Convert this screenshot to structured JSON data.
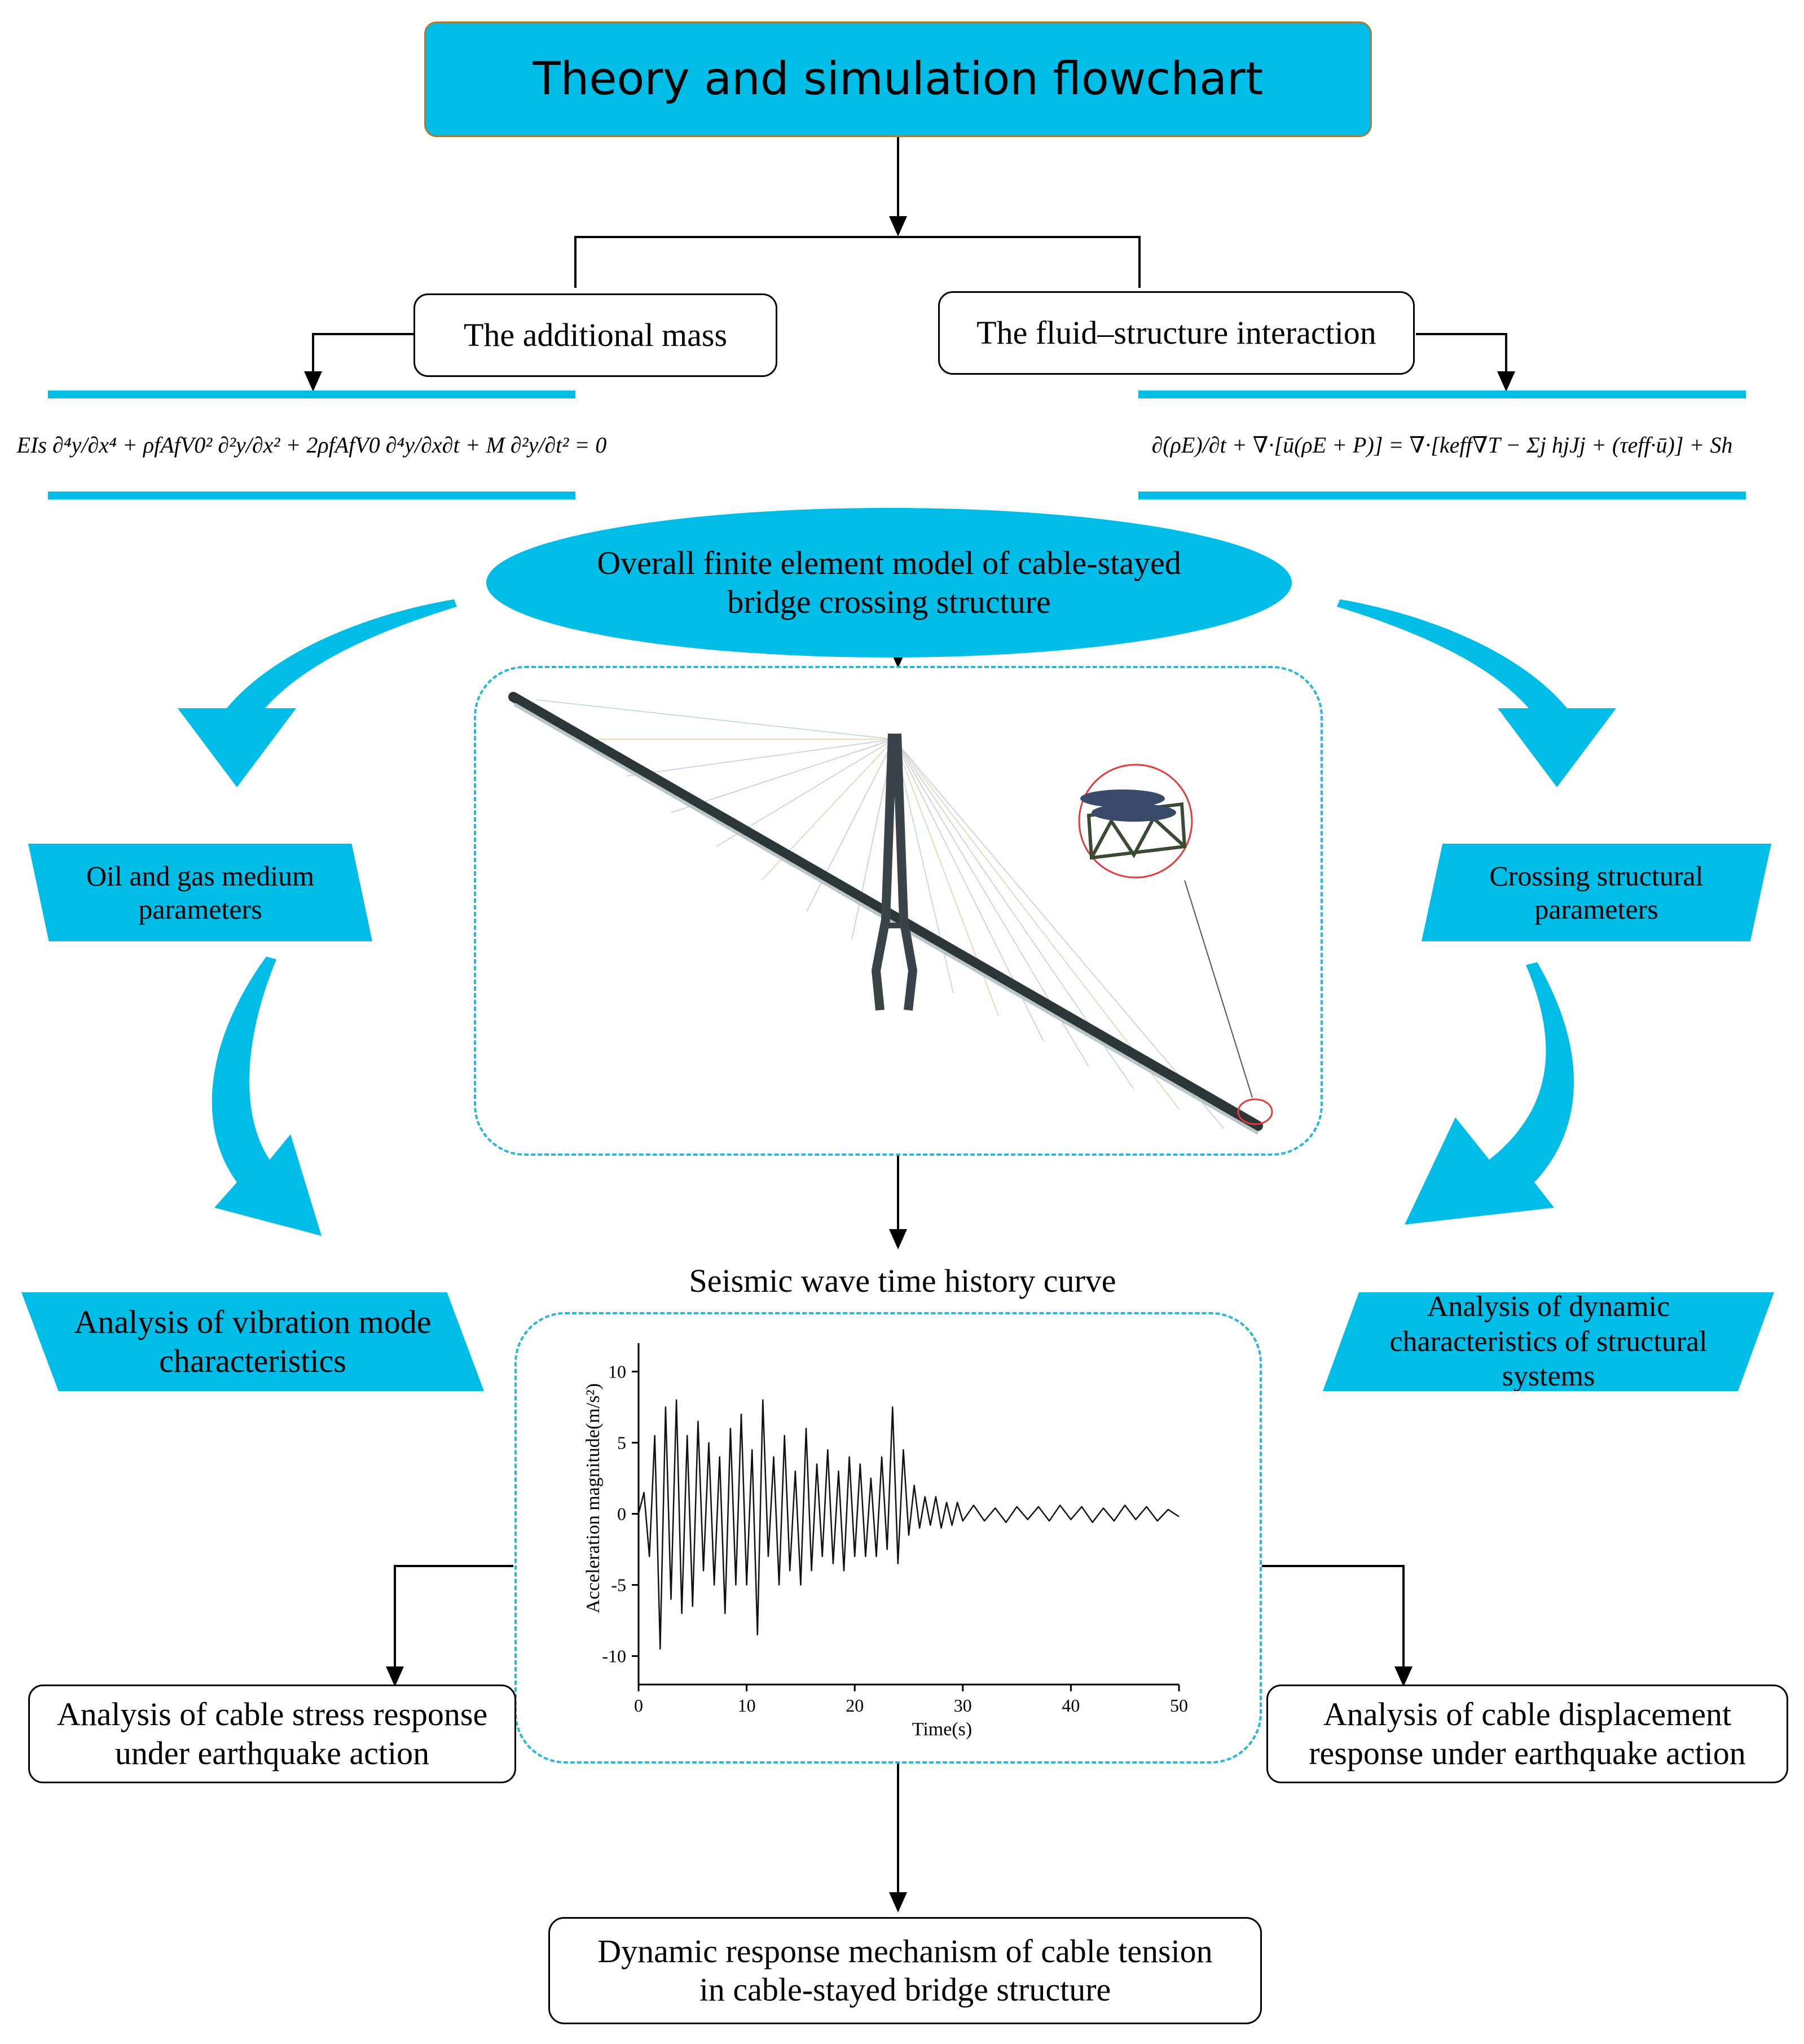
{
  "title": "Theory and simulation flowchart",
  "left_branch": "The additional mass",
  "right_branch": "The fluid–structure interaction",
  "equation_left": "EIs ∂⁴y/∂x⁴ + ρfAfV0² ∂²y/∂x² + 2ρfAfV0 ∂⁴y/∂x∂t + M ∂²y/∂t² = 0",
  "equation_right": "∂(ρE)/∂t + ∇·[ū(ρE + P)] = ∇·[keff∇T − Σj hjJj + (τeff·ū)] + Sh",
  "fem_model": "Overall finite element model of cable-stayed bridge crossing structure",
  "oil_gas": "Oil and gas medium parameters",
  "crossing_params": "Crossing structural parameters",
  "vibration_mode": "Analysis of vibration mode characteristics",
  "dynamic_char": "Analysis of dynamic characteristics of structural systems",
  "cable_stress": "Analysis of cable stress response under earthquake action",
  "cable_disp": "Analysis of cable displacement response under earthquake action",
  "mechanism": "Dynamic response mechanism of cable tension in cable-stayed bridge structure",
  "colors": {
    "accent": "#00bde8",
    "title_border": "#a87b3c",
    "dashed_frame": "#2ab8d6"
  },
  "chart_data": {
    "type": "line",
    "title": "Seismic wave time history curve",
    "xlabel": "Time(s)",
    "ylabel": "Acceleration magnitude(m/s²)",
    "xlim": [
      0,
      50
    ],
    "ylim": [
      -12,
      12
    ],
    "x_ticks": [
      "0",
      "10",
      "20",
      "30",
      "40",
      "50"
    ],
    "y_ticks": [
      "10",
      "5",
      "0",
      "-5",
      "-10"
    ],
    "series": [
      {
        "x": [
          0,
          0.5,
          1,
          1.5,
          2,
          2.5,
          3,
          3.5,
          4,
          4.5,
          5,
          5.5,
          6,
          6.5,
          7,
          7.5,
          8,
          8.5,
          9,
          9.5,
          10,
          10.5,
          11,
          11.5,
          12,
          12.5,
          13,
          13.5,
          14,
          14.5,
          15,
          15.5,
          16,
          16.5,
          17,
          17.5,
          18,
          18.5,
          19,
          19.5,
          20,
          20.5,
          21,
          21.5,
          22,
          22.5,
          23,
          23.5,
          24,
          24.5,
          25,
          25.5,
          26,
          26.5,
          27,
          27.5,
          28,
          28.5,
          29,
          29.5,
          30,
          31,
          32,
          33,
          34,
          35,
          36,
          37,
          38,
          39,
          40,
          41,
          42,
          43,
          44,
          45,
          46,
          47,
          48,
          49,
          50
        ],
        "y": [
          0,
          1.5,
          -3,
          5.5,
          -9.5,
          7.5,
          -6,
          8,
          -7,
          5.5,
          -6.5,
          6.5,
          -4,
          5,
          -5,
          4,
          -7,
          6,
          -5,
          7,
          -5,
          4.5,
          -8.5,
          8,
          -3,
          4,
          -5,
          5.5,
          -4,
          3,
          -5,
          6,
          -4,
          3.5,
          -3,
          4.5,
          -3.5,
          3,
          -4,
          4,
          -3,
          3.5,
          -3,
          2.5,
          -3,
          4,
          -2.5,
          7.5,
          -3.5,
          4.5,
          -1.5,
          2,
          -1,
          1.2,
          -0.8,
          1.2,
          -1,
          0.8,
          -0.8,
          0.8,
          -0.5,
          0.6,
          -0.5,
          0.4,
          -0.6,
          0.5,
          -0.4,
          0.5,
          -0.5,
          0.6,
          -0.4,
          0.5,
          -0.6,
          0.4,
          -0.5,
          0.6,
          -0.4,
          0.5,
          -0.5,
          0.3,
          -0.2
        ]
      }
    ]
  }
}
